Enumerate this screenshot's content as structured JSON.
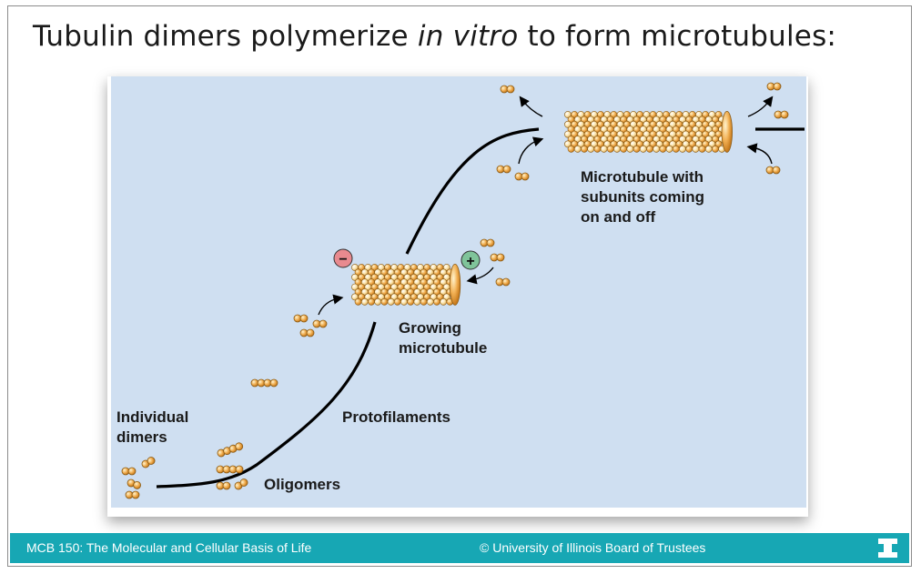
{
  "slide": {
    "title_prefix": "Tubulin dimers polymerize ",
    "title_italic": "in vitro",
    "title_suffix": " to form microtubules:"
  },
  "diagram": {
    "labels": {
      "individual_dimers_line1": "Individual",
      "individual_dimers_line2": "dimers",
      "oligomers": "Oligomers",
      "protofilaments": "Protofilaments",
      "growing_line1": "Growing",
      "growing_line2": "microtubule",
      "mt_line1": "Microtubule with",
      "mt_line2": "subunits coming",
      "mt_line3": "on and off"
    },
    "ends": {
      "minus": "−",
      "plus": "+"
    },
    "colors": {
      "background": "#cfdff1",
      "subunit_fill": "#f2a845",
      "subunit_light": "#fbe3a8",
      "minus_end": "#e88a8f",
      "plus_end": "#7fc49a",
      "curve": "#000000"
    }
  },
  "footer": {
    "course": "MCB 150: The Molecular and Cellular Basis of Life",
    "copyright": "© University of Illinois Board of Trustees",
    "logo": "illinois-block-i-logo",
    "background": "#17a7b4"
  }
}
